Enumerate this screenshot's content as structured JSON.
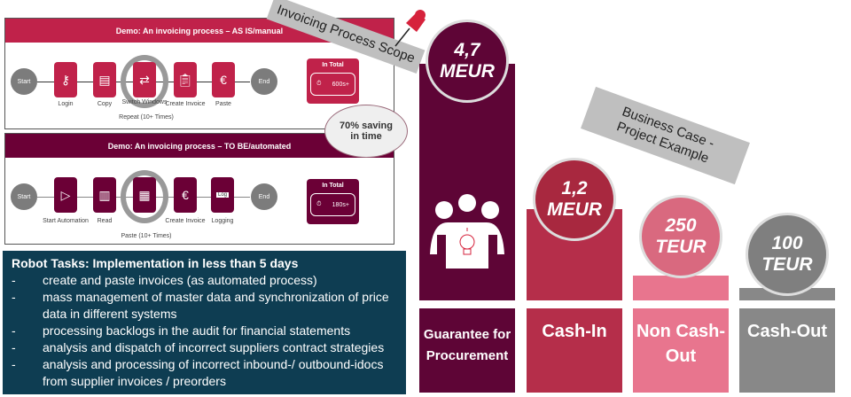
{
  "as_is": {
    "title": "Demo: An invoicing process – AS IS/manual",
    "start": "Start",
    "end": "End",
    "steps": [
      {
        "label": "Login",
        "icon": "key-icon"
      },
      {
        "label": "Copy",
        "icon": "copy-icon"
      },
      {
        "label": "Switch Windows",
        "icon": "switch-icon"
      },
      {
        "label": "Create Invoice",
        "icon": "clipboard-icon"
      },
      {
        "label": "Paste",
        "icon": "paste-euro-icon"
      }
    ],
    "repeat": "Repeat (10+ Times)",
    "total_label": "In Total",
    "total_value": "600s+",
    "color": "#c0224a"
  },
  "to_be": {
    "title": "Demo: An invoicing process – TO BE/automated",
    "start": "Start",
    "end": "End",
    "steps": [
      {
        "label": "Start Automation",
        "icon": "play-icon"
      },
      {
        "label": "Read",
        "icon": "read-icon"
      },
      {
        "label": "",
        "icon": "clipboard-icon"
      },
      {
        "label": "Create Invoice",
        "icon": "invoice-euro-icon"
      },
      {
        "label": "Logging",
        "icon": "log-icon",
        "badge": "Log"
      }
    ],
    "repeat": "Paste (10+ Times)",
    "total_label": "In Total",
    "total_value": "180s+",
    "color": "#6b0036"
  },
  "saving_bubble": "70% saving in time",
  "scope_tag": "Invoicing Process Scope",
  "business_tag": [
    "Business Case -",
    "Project Example"
  ],
  "robot": {
    "title": "Robot Tasks: Implementation in less than 5 days",
    "bullet": "-",
    "items": [
      "create and paste invoices (as automated process)",
      "mass management of master data and synchronization of price data in different systems",
      "processing backlogs in the audit for financial statements",
      "analysis and dispatch of incorrect suppliers contract strategies",
      "analysis and processing of incorrect inbound-/ outbound-idocs from supplier invoices / preorders"
    ]
  },
  "chart_data": {
    "type": "bar",
    "categories": [
      "Guarantee for Procurement",
      "Cash-In",
      "Non Cash-Out",
      "Cash-Out"
    ],
    "values": [
      4700,
      1200,
      250,
      100
    ],
    "unit": "TEUR",
    "value_labels": [
      [
        "4,7",
        "MEUR"
      ],
      [
        "1,2",
        "MEUR"
      ],
      [
        "250",
        "TEUR"
      ],
      [
        "100",
        "TEUR"
      ]
    ],
    "colors": [
      "#5e0536",
      "#b52e4a",
      "#e8758e",
      "#888888"
    ],
    "coin_colors": [
      "#5e0536",
      "#a8283f",
      "#d9697f",
      "#7f7f7f"
    ]
  }
}
